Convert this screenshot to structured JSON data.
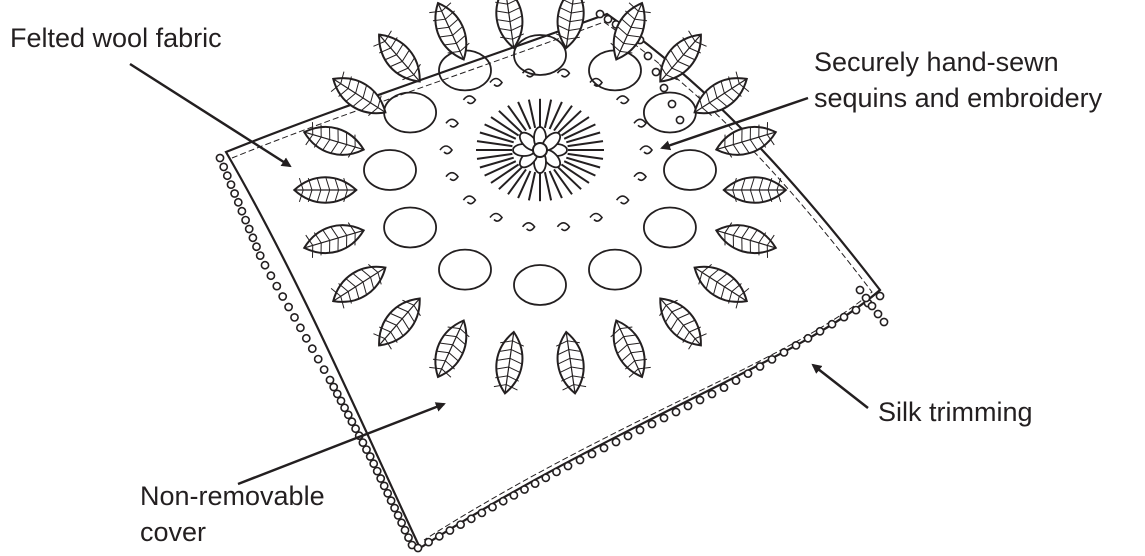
{
  "labels": {
    "felted": "Felted wool fabric",
    "sequins_line1": "Securely hand-sewn",
    "sequins_line2": "sequins and embroidery",
    "trim": "Silk trimming",
    "cover_line1": "Non-removable",
    "cover_line2": "cover"
  },
  "colors": {
    "ink": "#231f20",
    "background": "#ffffff"
  },
  "icons": {
    "pillow": "embroidered-cushion-illustration",
    "arrow": "arrowhead-icon"
  }
}
